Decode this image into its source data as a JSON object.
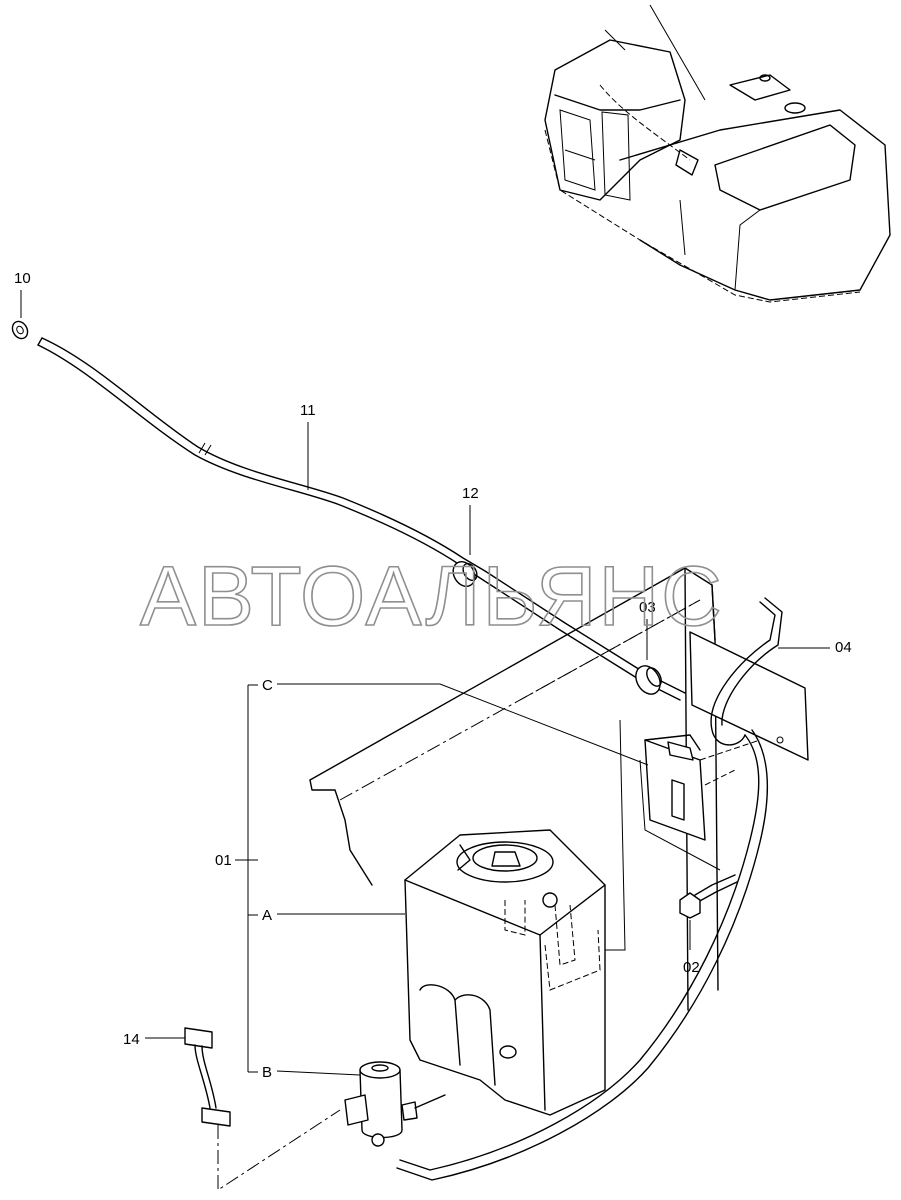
{
  "watermark": "АВТОАЛЬЯНС",
  "callouts": {
    "p10": "10",
    "p11": "11",
    "p12": "12",
    "p03": "03",
    "p04": "04",
    "p01": "01",
    "p02": "02",
    "p14": "14",
    "subA": "A",
    "subB": "B",
    "subC": "C"
  }
}
